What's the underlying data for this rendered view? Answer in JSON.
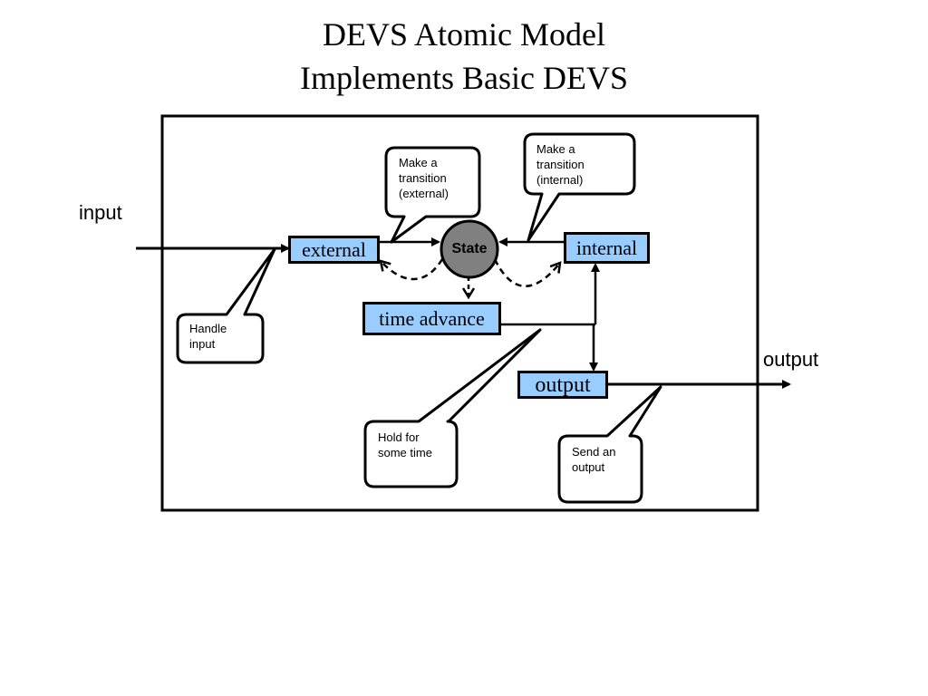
{
  "title": {
    "line1": "DEVS Atomic Model",
    "line2": "Implements Basic DEVS"
  },
  "io": {
    "input_label": "input",
    "output_label": "output"
  },
  "nodes": {
    "external": "external",
    "internal": "internal",
    "time_advance": "time advance",
    "output": "output",
    "state": "State"
  },
  "callouts": {
    "handle_input": [
      "Handle",
      "input"
    ],
    "external_transition": [
      "Make a",
      "transition",
      "(external)"
    ],
    "internal_transition": [
      "Make a",
      "transition",
      "(internal)"
    ],
    "hold": [
      "Hold for",
      "some time"
    ],
    "send_output": [
      "Send an",
      "output"
    ]
  },
  "colors": {
    "box_fill": "#99ccff",
    "state_fill": "#808080",
    "stroke": "#000000"
  }
}
